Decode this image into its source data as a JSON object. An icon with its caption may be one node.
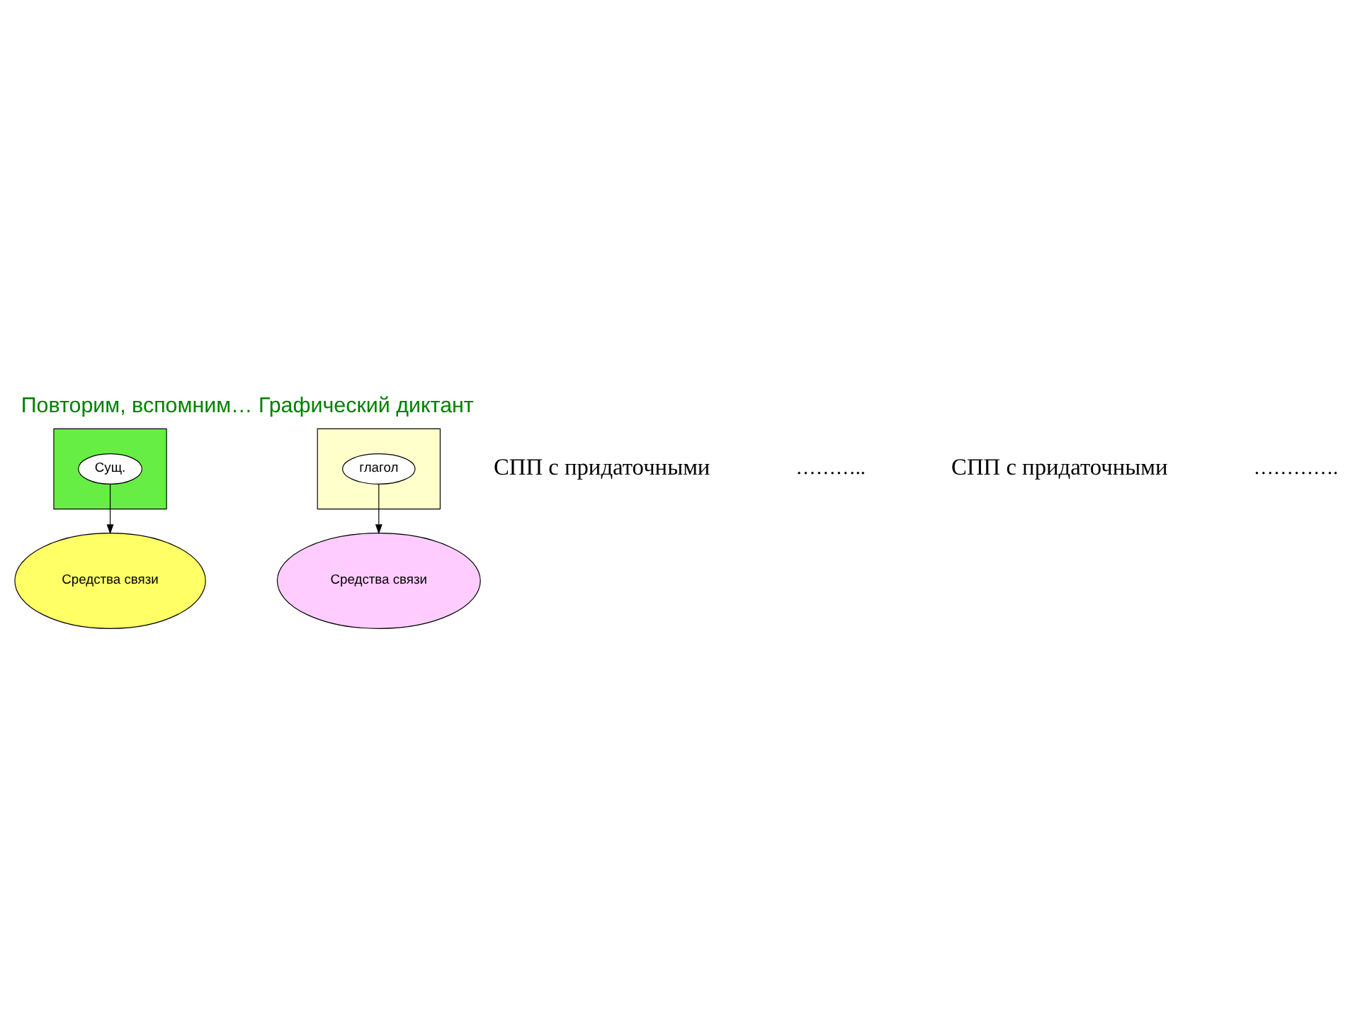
{
  "diagram": {
    "title": "Повторим, вспомним… Графический диктант",
    "nodes": [
      {
        "text": [],
        "shape": "box"
      },
      {
        "text": [
          "Сущ."
        ],
        "in": 0
      },
      {
        "text": [
          "Средства связи"
        ]
      },
      {
        "text": [],
        "shape": "box"
      },
      {
        "text": [
          "глагол"
        ],
        "in": 3
      },
      {
        "text": [
          "Средства связи"
        ]
      }
    ],
    "edges": [
      {
        "from": 1,
        "to": 2,
        "arrow": "to"
      },
      {
        "from": 4,
        "to": 5,
        "arrow": "to"
      }
    ],
    "labels": [
      "СПП с придаточными",
      "………..",
      "СПП с придаточными",
      "…………."
    ]
  }
}
